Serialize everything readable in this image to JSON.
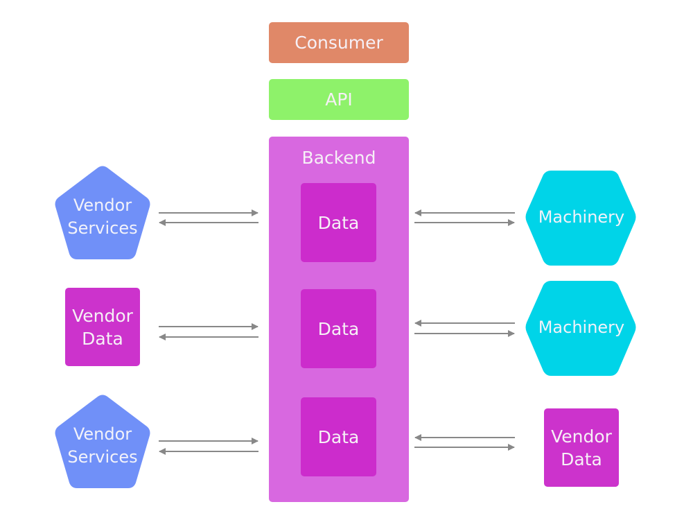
{
  "diagram": {
    "consumer": {
      "label": "Consumer",
      "color": "#e08868"
    },
    "api": {
      "label": "API",
      "color": "#8ef26a"
    },
    "backend": {
      "label": "Backend",
      "color": "#d868e0",
      "data_blocks": [
        {
          "label": "Data"
        },
        {
          "label": "Data"
        },
        {
          "label": "Data"
        }
      ]
    },
    "left_nodes": [
      {
        "label_line1": "Vendor",
        "label_line2": "Services",
        "shape": "pentagon",
        "color": "#7090f8"
      },
      {
        "label_line1": "Vendor",
        "label_line2": "Data",
        "shape": "square",
        "color": "#cc33cc"
      },
      {
        "label_line1": "Vendor",
        "label_line2": "Services",
        "shape": "pentagon",
        "color": "#7090f8"
      }
    ],
    "right_nodes": [
      {
        "label": "Machinery",
        "shape": "hexagon",
        "color": "#00d4e8"
      },
      {
        "label": "Machinery",
        "shape": "hexagon",
        "color": "#00d4e8"
      },
      {
        "label_line1": "Vendor",
        "label_line2": "Data",
        "shape": "square",
        "color": "#cc33cc"
      }
    ],
    "connections": [
      {
        "from": "Vendor Services",
        "to": "Data",
        "direction": "bidirectional"
      },
      {
        "from": "Vendor Data",
        "to": "Data",
        "direction": "bidirectional"
      },
      {
        "from": "Vendor Services",
        "to": "Data",
        "direction": "bidirectional"
      },
      {
        "from": "Data",
        "to": "Machinery",
        "direction": "bidirectional"
      },
      {
        "from": "Data",
        "to": "Machinery",
        "direction": "bidirectional"
      },
      {
        "from": "Data",
        "to": "Vendor Data",
        "direction": "bidirectional"
      }
    ],
    "arrow_color": "#888888"
  }
}
